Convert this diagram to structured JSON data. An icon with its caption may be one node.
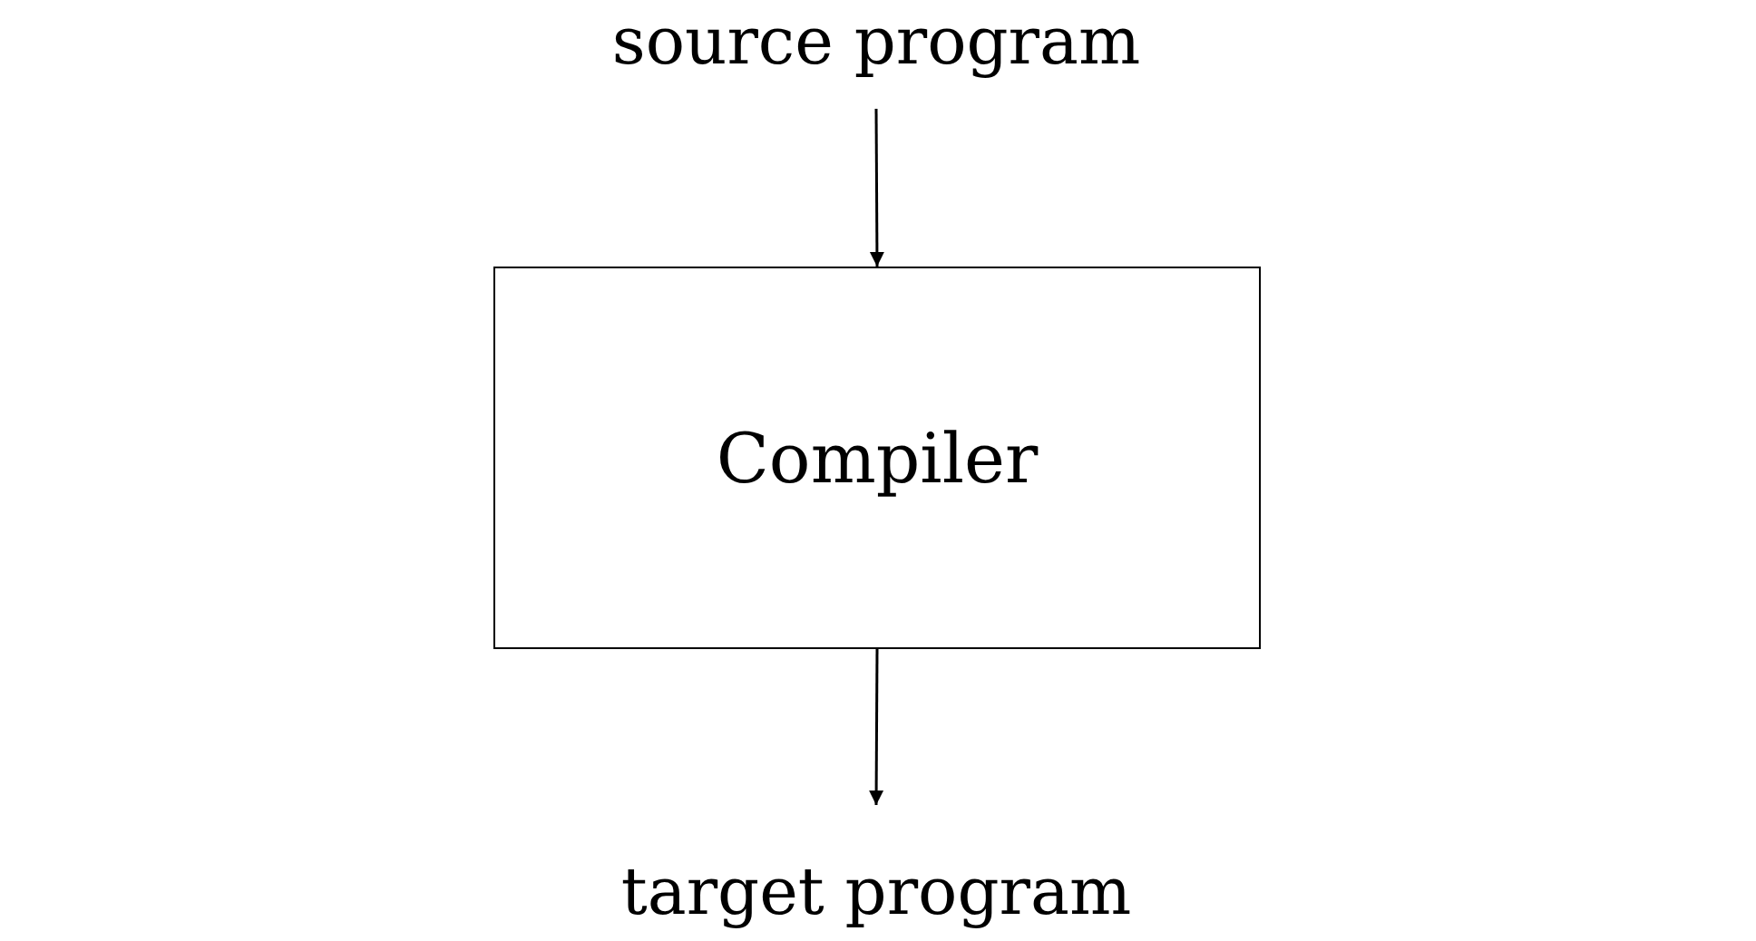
{
  "diagram": {
    "nodes": [
      {
        "text": [
          "source program"
        ]
      },
      {
        "text": [
          "Compiler"
        ]
      },
      {
        "text": [
          "target program"
        ]
      }
    ],
    "edges": [
      {
        "from": 0,
        "to": 1,
        "arrow": "to"
      },
      {
        "from": 1,
        "to": 2,
        "arrow": "to"
      }
    ]
  }
}
